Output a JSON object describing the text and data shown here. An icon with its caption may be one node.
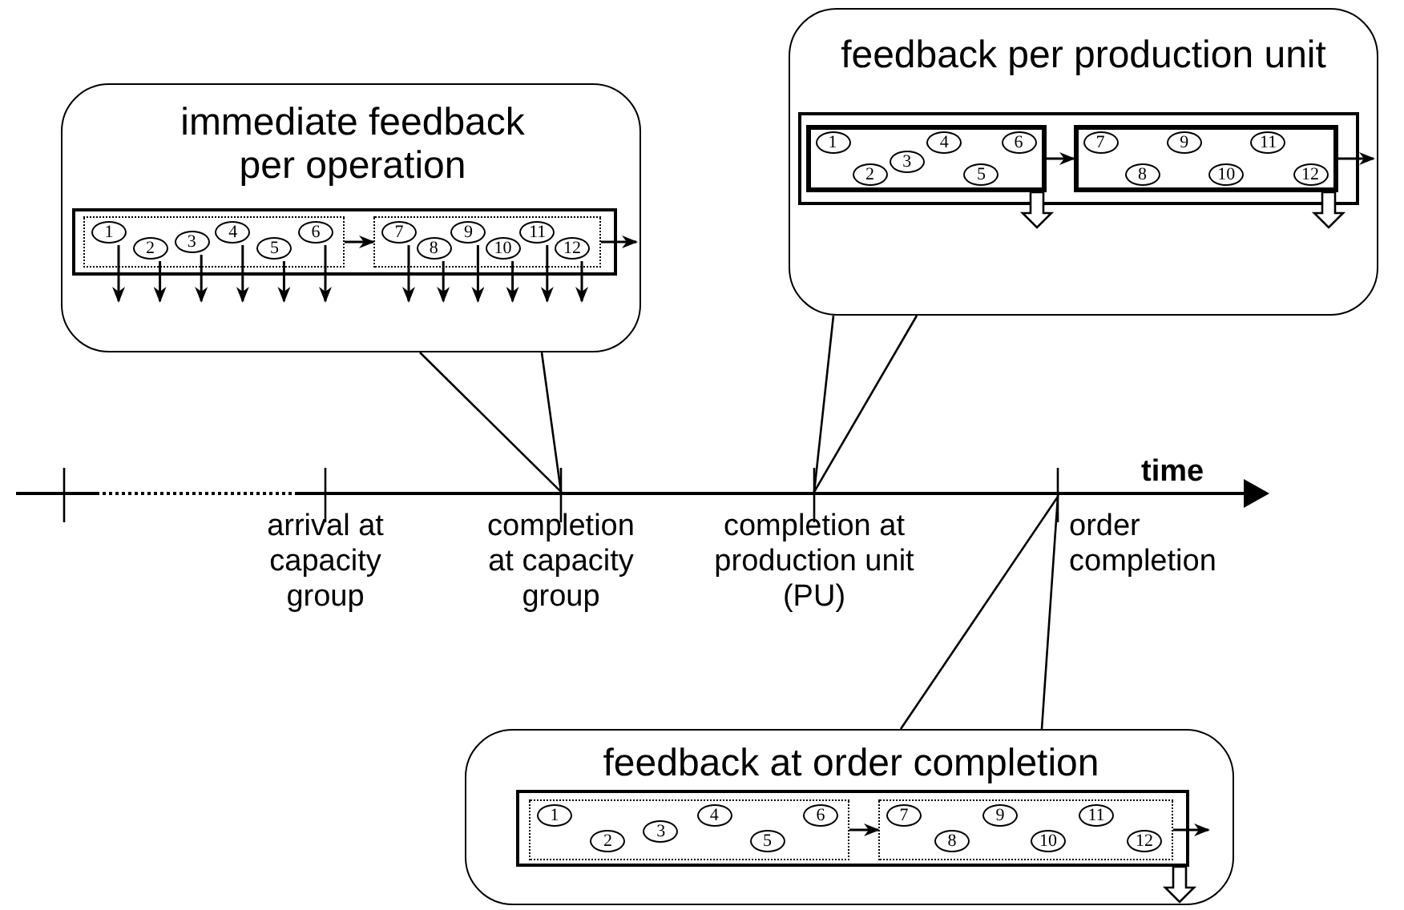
{
  "diagram": {
    "nodes": [
      {
        "text": [
          "immediate feedback per operation"
        ]
      },
      {
        "text": [],
        "shape": "box",
        "in": 0
      },
      {
        "text": [],
        "shape": "box",
        "in": 1
      },
      {
        "text": [],
        "shape": "box",
        "in": 1
      },
      {
        "text": [
          "1"
        ],
        "in": 2
      },
      {
        "text": [
          "2"
        ],
        "in": 2
      },
      {
        "text": [
          "3"
        ],
        "in": 2
      },
      {
        "text": [
          "4"
        ],
        "in": 2
      },
      {
        "text": [
          "5"
        ],
        "in": 2
      },
      {
        "text": [
          "6"
        ],
        "in": 2
      },
      {
        "text": [
          "7"
        ],
        "in": 3
      },
      {
        "text": [
          "8"
        ],
        "in": 3
      },
      {
        "text": [
          "9"
        ],
        "in": 3
      },
      {
        "text": [
          "10"
        ],
        "in": 3
      },
      {
        "text": [
          "11"
        ],
        "in": 3
      },
      {
        "text": [
          "12"
        ],
        "in": 3
      },
      {
        "text": [
          "feedback per production unit"
        ]
      },
      {
        "text": [],
        "shape": "box",
        "in": 16
      },
      {
        "text": [],
        "shape": "box",
        "in": 17
      },
      {
        "text": [],
        "shape": "box",
        "in": 17
      },
      {
        "text": [
          "1"
        ],
        "in": 18
      },
      {
        "text": [
          "2"
        ],
        "in": 18
      },
      {
        "text": [
          "3"
        ],
        "in": 18
      },
      {
        "text": [
          "4"
        ],
        "in": 18
      },
      {
        "text": [
          "5"
        ],
        "in": 18
      },
      {
        "text": [
          "6"
        ],
        "in": 18
      },
      {
        "text": [
          "7"
        ],
        "in": 19
      },
      {
        "text": [
          "8"
        ],
        "in": 19
      },
      {
        "text": [
          "9"
        ],
        "in": 19
      },
      {
        "text": [
          "10"
        ],
        "in": 19
      },
      {
        "text": [
          "11"
        ],
        "in": 19
      },
      {
        "text": [
          "12"
        ],
        "in": 19
      },
      {
        "text": [
          "feedback at order completion"
        ]
      },
      {
        "text": [],
        "shape": "box",
        "in": 32
      },
      {
        "text": [],
        "shape": "box",
        "in": 33
      },
      {
        "text": [],
        "shape": "box",
        "in": 33
      },
      {
        "text": [
          "1"
        ],
        "in": 34
      },
      {
        "text": [
          "2"
        ],
        "in": 34
      },
      {
        "text": [
          "3"
        ],
        "in": 34
      },
      {
        "text": [
          "4"
        ],
        "in": 34
      },
      {
        "text": [
          "5"
        ],
        "in": 34
      },
      {
        "text": [
          "6"
        ],
        "in": 34
      },
      {
        "text": [
          "7"
        ],
        "in": 35
      },
      {
        "text": [
          "8"
        ],
        "in": 35
      },
      {
        "text": [
          "9"
        ],
        "in": 35
      },
      {
        "text": [
          "10"
        ],
        "in": 35
      },
      {
        "text": [
          "11"
        ],
        "in": 35
      },
      {
        "text": [
          "12"
        ],
        "in": 35
      }
    ],
    "edges": [
      {
        "from": 2,
        "to": 3,
        "arrow": "to"
      },
      {
        "from": 3,
        "to": null,
        "arrow": "to"
      },
      {
        "from": 4,
        "to": null,
        "arrow": "to"
      },
      {
        "from": 5,
        "to": null,
        "arrow": "to"
      },
      {
        "from": 6,
        "to": null,
        "arrow": "to"
      },
      {
        "from": 7,
        "to": null,
        "arrow": "to"
      },
      {
        "from": 8,
        "to": null,
        "arrow": "to"
      },
      {
        "from": 9,
        "to": null,
        "arrow": "to"
      },
      {
        "from": 10,
        "to": null,
        "arrow": "to"
      },
      {
        "from": 11,
        "to": null,
        "arrow": "to"
      },
      {
        "from": 12,
        "to": null,
        "arrow": "to"
      },
      {
        "from": 13,
        "to": null,
        "arrow": "to"
      },
      {
        "from": 14,
        "to": null,
        "arrow": "to"
      },
      {
        "from": 15,
        "to": null,
        "arrow": "to"
      },
      {
        "from": 18,
        "to": 19,
        "arrow": "to"
      },
      {
        "from": 19,
        "to": null,
        "arrow": "to"
      },
      {
        "from": 18,
        "to": null,
        "arrow": "to",
        "style": "thick"
      },
      {
        "from": 19,
        "to": null,
        "arrow": "to",
        "style": "thick"
      },
      {
        "from": 34,
        "to": 35,
        "arrow": "to"
      },
      {
        "from": 35,
        "to": null,
        "arrow": "to"
      },
      {
        "from": 33,
        "to": null,
        "arrow": "to",
        "style": "thick"
      }
    ],
    "labels": [
      "time",
      "arrival at capacity group",
      "completion at capacity group",
      "completion at production unit (PU)",
      "order completion"
    ]
  }
}
